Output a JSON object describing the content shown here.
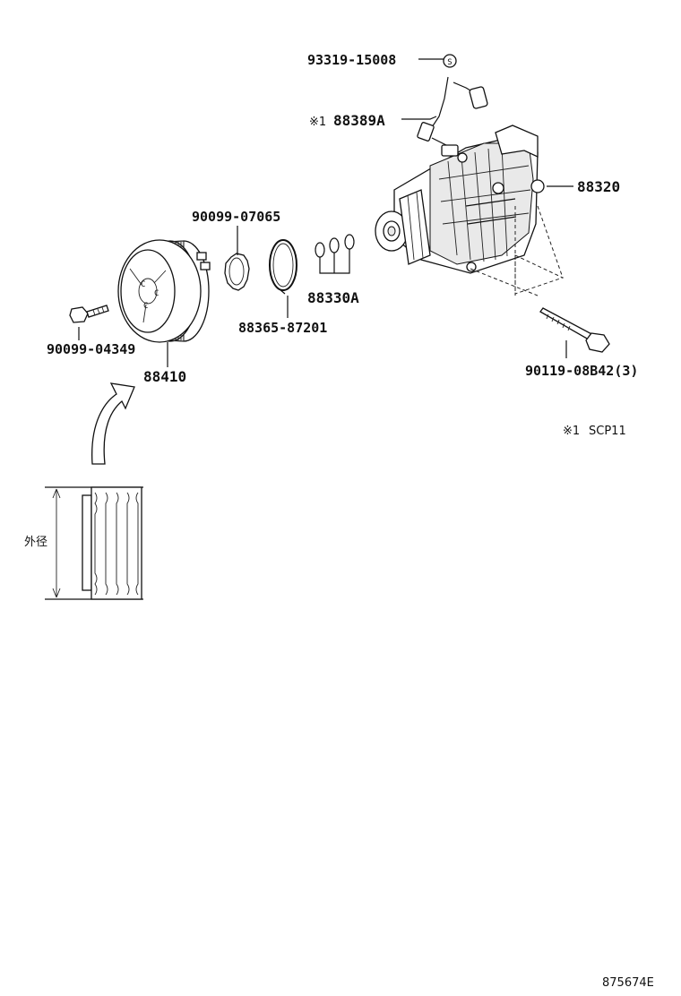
{
  "labels": {
    "p93319": "93319-15008",
    "p88389_mark": "※1",
    "p88389": "88389A",
    "p88320": "88320",
    "p90099_07065": "90099-07065",
    "p88330": "88330A",
    "p88365": "88365-87201",
    "p90099_04349": "90099-04349",
    "p88410": "88410",
    "p90119": "90119-08B42(3)",
    "note_mark": "※1",
    "note_text": "SCP11",
    "outer_diameter": "外径",
    "s_mark": "S",
    "doc_id": "875674E"
  }
}
